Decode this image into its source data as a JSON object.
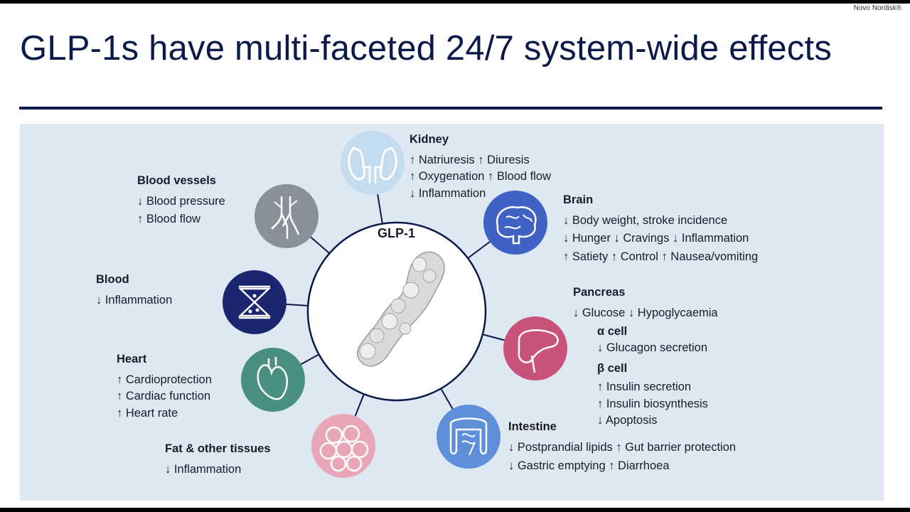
{
  "brand": "Novo Nordisk®",
  "title": "GLP-1s have multi-faceted 24/7 system-wide effects",
  "center_label": "GLP-1",
  "colors": {
    "title": "#0b1a4a",
    "panel": "#dde8f3",
    "kidney": "#c4dcef",
    "brain": "#3f62c4",
    "pancreas": "#c9527a",
    "intestine": "#5f8fd8",
    "fat": "#e9a6b8",
    "heart": "#4a9080",
    "blood": "#1c2670",
    "vessels": "#8a9099"
  },
  "organs": {
    "kidney": {
      "icon": "kidney-icon",
      "heading": "Kidney",
      "lines": [
        "↑ Natriuresis  ↑ Diuresis",
        "↑ Oxygenation  ↑ Blood flow",
        "↓ Inflammation"
      ]
    },
    "brain": {
      "icon": "brain-icon",
      "heading": "Brain",
      "lines": [
        "↓ Body weight, stroke incidence",
        "↓ Hunger  ↓ Cravings ↓ Inflammation",
        "↑ Satiety  ↑ Control ↑ Nausea/vomiting"
      ]
    },
    "pancreas": {
      "icon": "pancreas-icon",
      "heading": "Pancreas",
      "lines": [
        "↓ Glucose  ↓ Hypoglycaemia"
      ],
      "alpha_heading": "α cell",
      "alpha_lines": [
        "↓ Glucagon secretion"
      ],
      "beta_heading": "β cell",
      "beta_lines": [
        "↑ Insulin secretion",
        "↑ Insulin biosynthesis",
        "↓ Apoptosis"
      ]
    },
    "intestine": {
      "icon": "intestine-icon",
      "heading": "Intestine",
      "lines": [
        "↓ Postprandial lipids ↑ Gut barrier protection",
        "↓ Gastric emptying ↑ Diarrhoea"
      ]
    },
    "fat": {
      "icon": "fat-cells-icon",
      "heading": "Fat & other tissues",
      "lines": [
        "↓ Inflammation"
      ]
    },
    "heart": {
      "icon": "heart-icon",
      "heading": "Heart",
      "lines": [
        "↑ Cardioprotection",
        "↑ Cardiac function",
        "↑ Heart rate"
      ]
    },
    "blood": {
      "icon": "hourglass-blood-icon",
      "heading": "Blood",
      "lines": [
        "↓ Inflammation"
      ]
    },
    "vessels": {
      "icon": "blood-vessels-icon",
      "heading": "Blood vessels",
      "lines": [
        "↓ Blood pressure",
        "↑ Blood flow"
      ]
    }
  }
}
